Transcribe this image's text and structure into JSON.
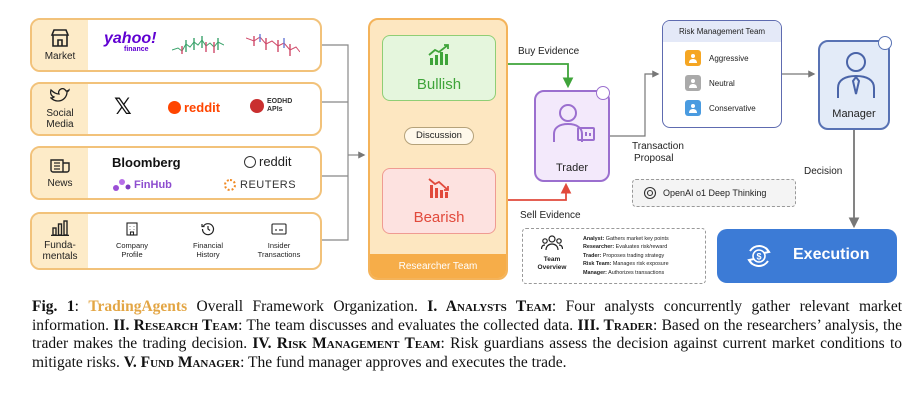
{
  "analysts": {
    "market": {
      "label": "Market",
      "logo1": "yahoo!",
      "logo1_sub": "finance"
    },
    "social": {
      "label": "Social Media",
      "x_logo": "𝕏",
      "reddit": "reddit",
      "eodhd": "EODHD",
      "eodhd_sub": "APIs"
    },
    "news": {
      "label": "News",
      "bloomberg": "Bloomberg",
      "reddit": "reddit",
      "finhub": "FinHub",
      "reuters": "REUTERS"
    },
    "fundamentals": {
      "label_line1": "Funda-",
      "label_line2": "mentals",
      "item1": "Company Profile",
      "item2": "Financial History",
      "item3": "Insider Transactions"
    }
  },
  "researcher": {
    "bullish": "Bullish",
    "bearish": "Bearish",
    "discussion": "Discussion",
    "footer": "Researcher Team"
  },
  "edges": {
    "buy": "Buy Evidence",
    "sell": "Sell Evidence",
    "proposal_l1": "Transaction",
    "proposal_l2": "Proposal",
    "decision": "Decision"
  },
  "trader": {
    "label": "Trader"
  },
  "risk": {
    "title": "Risk Management Team",
    "aggressive": "Aggressive",
    "neutral": "Neutral",
    "conservative": "Conservative"
  },
  "manager": {
    "label": "Manager"
  },
  "execution": {
    "label": "Execution"
  },
  "openai": {
    "label": "OpenAI o1 Deep Thinking"
  },
  "overview": {
    "title_l1": "Team",
    "title_l2": "Overview",
    "lines": [
      {
        "key": "Analyst:",
        "text": " Gathers market key points"
      },
      {
        "key": "Researcher:",
        "text": " Evaluates risk/reward"
      },
      {
        "key": "Trader:",
        "text": " Proposes trading strategy"
      },
      {
        "key": "Risk Team:",
        "text": " Manages risk exposure"
      },
      {
        "key": "Manager:",
        "text": " Authorizes transactions"
      }
    ]
  },
  "caption": {
    "fig": "Fig. 1",
    "colon": ":",
    "name": "TradingAgents",
    "t0": " Overall Framework Organization. ",
    "h1": "I. Analysts Team",
    "t1": ": Four analysts concurrently gather relevant market information. ",
    "h2": "II. Research Team",
    "t2": ": The team discusses and evaluates the collected data. ",
    "h3": "III. Trader",
    "t3": ": Based on the researchers’ analysis, the trader makes the trading decision. ",
    "h4": "IV. Risk Management Team",
    "t4": ": Risk guardians assess the decision against current market conditions to mitigate risks. ",
    "h5": "V. Fund Manager",
    "t5": ": The fund manager approves and executes the trade."
  },
  "colors": {
    "bull": "#3fa43a",
    "bear": "#e14a3c",
    "exec": "#3c7bd6",
    "orange": "#f6ad49",
    "purple": "#9b6fcf"
  }
}
